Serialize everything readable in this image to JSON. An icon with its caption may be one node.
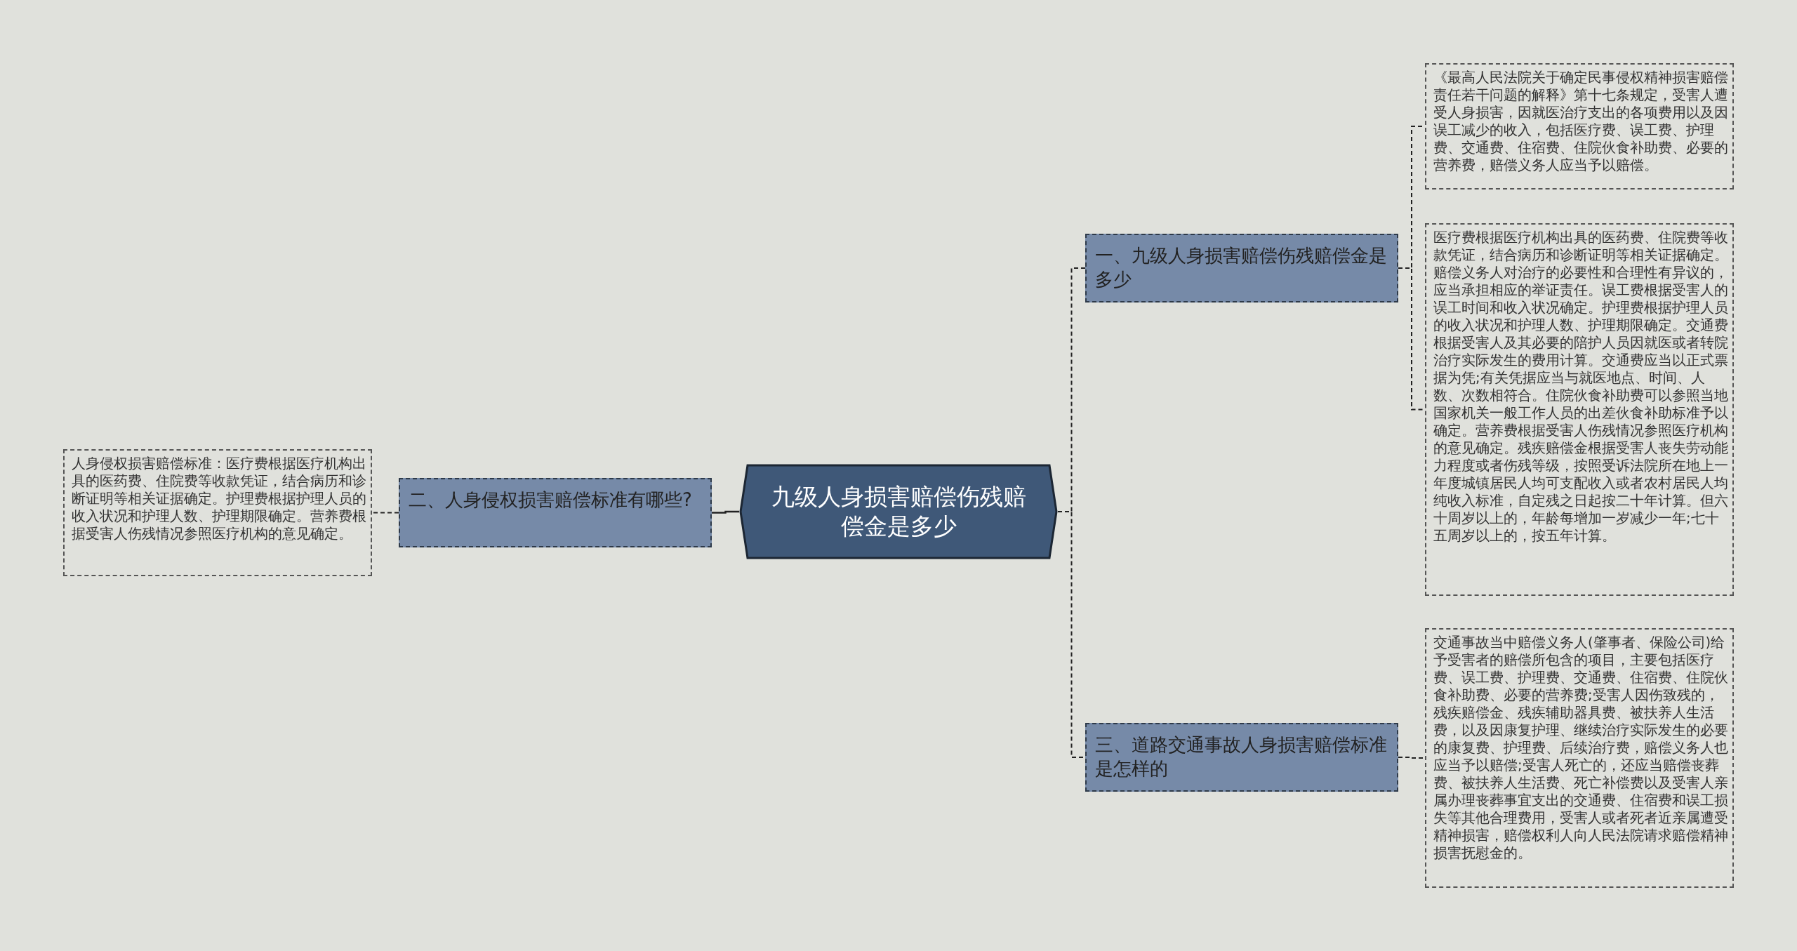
{
  "diagram": {
    "nodes": [
      {
        "text": [
          "九级人身损害赔偿伤残赔偿金是多少"
        ]
      },
      {
        "text": [
          "一、九级人身损害赔偿伤残赔偿金是多少"
        ]
      },
      {
        "text": [
          "《最高人民法院关于确定民事侵权精神损害赔偿责任若干问题的解释》第十七条规定，受害人遭受人身损害，因就医治疗支出的各项费用以及因误工减少的收入，包括医疗费、误工费、护理费、交通费、住宿费、住院伙食补助费、必要的营养费，赔偿义务人应当予以赔偿。"
        ]
      },
      {
        "text": [
          "医疗费根据医疗机构出具的医药费、住院费等收款凭证，结合病历和诊断证明等相关证据确定。赔偿义务人对治疗的必要性和合理性有异议的，应当承担相应的举证责任。误工费根据受害人的误工时间和收入状况确定。护理费根据护理人员的收入状况和护理人数、护理期限确定。交通费根据受害人及其必要的陪护人员因就医或者转院治疗实际发生的费用计算。交通费应当以正式票据为凭;有关凭据应当与就医地点、时间、人数、次数相符合。住院伙食补助费可以参照当地国家机关一般工作人员的出差伙食补助标准予以确定。营养费根据受害人伤残情况参照医疗机构的意见确定。残疾赔偿金根据受害人丧失劳动能力程度或者伤残等级，按照受诉法院所在地上一年度城镇居民人均可支配收入或者农村居民人均纯收入标准，自定残之日起按二十年计算。但六十周岁以上的，年龄每增加一岁减少一年;七十五周岁以上的，按五年计算。"
        ]
      },
      {
        "text": [
          "三、道路交通事故人身损害赔偿标准是怎样的"
        ]
      },
      {
        "text": [
          "交通事故当中赔偿义务人(肇事者、保险公司)给予受害者的赔偿所包含的项目，主要包括医疗费、误工费、护理费、交通费、住宿费、住院伙食补助费、必要的营养费;受害人因伤致残的，残疾赔偿金、残疾辅助器具费、被扶养人生活费，以及因康复护理、继续治疗实际发生的必要的康复费、护理费、后续治疗费，赔偿义务人也应当予以赔偿;受害人死亡的，还应当赔偿丧葬费、被扶养人生活费、死亡补偿费以及受害人亲属办理丧葬事宜支出的交通费、住宿费和误工损失等其他合理费用，受害人或者死者近亲属遭受精神损害，赔偿权利人向人民法院请求赔偿精神损害抚慰金的。"
        ]
      },
      {
        "text": [
          "二、人身侵权损害赔偿标准有哪些?"
        ]
      },
      {
        "text": [
          "人身侵权损害赔偿标准：医疗费根据医疗机构出具的医药费、住院费等收款凭证，结合病历和诊断证明等相关证据确定。护理费根据护理人员的收入状况和护理人数、护理期限确定。营养费根据受害人伤残情况参照医疗机构的意见确定。"
        ]
      }
    ],
    "edges": [
      {
        "from": 0,
        "to": 1,
        "arrow": "none",
        "style": "dashed"
      },
      {
        "from": 1,
        "to": 2,
        "arrow": "none",
        "style": "dashed"
      },
      {
        "from": 1,
        "to": 3,
        "arrow": "none",
        "style": "dashed"
      },
      {
        "from": 0,
        "to": 4,
        "arrow": "none",
        "style": "dashed"
      },
      {
        "from": 4,
        "to": 5,
        "arrow": "none",
        "style": "dashed"
      },
      {
        "from": 0,
        "to": 6,
        "arrow": "none"
      },
      {
        "from": 6,
        "to": 7,
        "arrow": "none",
        "style": "dashed"
      }
    ]
  }
}
